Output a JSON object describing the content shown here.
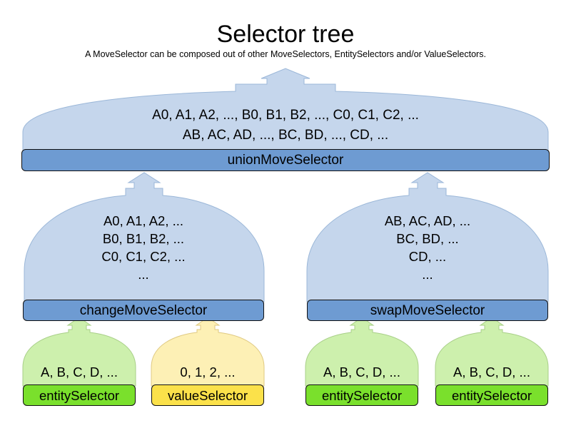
{
  "diagram": {
    "title": "Selector tree",
    "subtitle": "A MoveSelector can be composed out of other MoveSelectors, EntitySelectors and/or ValueSelectors.",
    "colors": {
      "move_fill": "#c5d6ec",
      "move_bar": "#6e9bd2",
      "entity_fill": "#cdf0ad",
      "entity_bar": "#7ae02c",
      "value_fill": "#fdf0b5",
      "value_bar": "#fbe14a",
      "outline": "#111111",
      "background": "#ffffff"
    },
    "nodes": {
      "union": {
        "label": "unionMoveSelector",
        "items": [
          "A0, A1, A2, ..., B0, B1, B2, ..., C0, C1, C2, ...",
          "AB, AC, AD, ..., BC, BD, ..., CD, ..."
        ]
      },
      "change": {
        "label": "changeMoveSelector",
        "items": [
          "A0, A1, A2, ...",
          "B0, B1, B2, ...",
          "C0, C1, C2, ...",
          "..."
        ]
      },
      "swap": {
        "label": "swapMoveSelector",
        "items": [
          "AB, AC, AD, ...",
          "BC, BD, ...",
          "CD, ...",
          "..."
        ]
      },
      "entity_change": {
        "label": "entitySelector",
        "items": [
          "A, B, C, D, ..."
        ]
      },
      "value_change": {
        "label": "valueSelector",
        "items": [
          "0, 1, 2, ..."
        ]
      },
      "entity_swap_left": {
        "label": "entitySelector",
        "items": [
          "A, B, C, D, ..."
        ]
      },
      "entity_swap_right": {
        "label": "entitySelector",
        "items": [
          "A, B, C, D, ..."
        ]
      }
    }
  }
}
